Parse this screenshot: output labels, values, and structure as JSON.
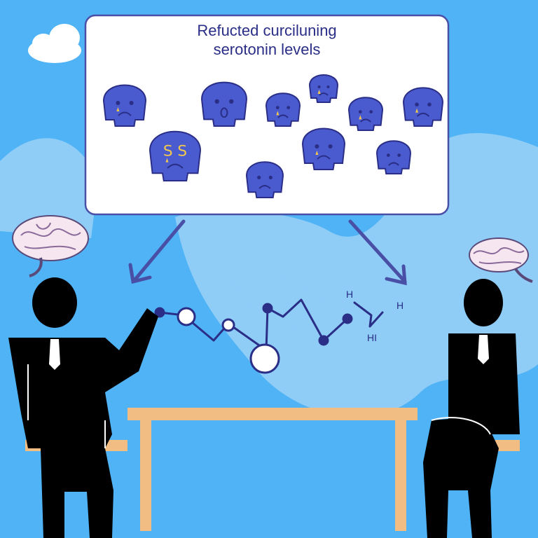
{
  "panel": {
    "title_line1": "Refucted curciluning",
    "title_line2": "serotonin levels"
  },
  "molecule": {
    "labels": [
      "H",
      "H",
      "HI"
    ]
  },
  "faces": [
    {
      "mood": "sad"
    },
    {
      "mood": "surprised"
    },
    {
      "mood": "sad"
    },
    {
      "mood": "sad"
    },
    {
      "mood": "sad"
    },
    {
      "mood": "sad"
    },
    {
      "mood": "stressed"
    },
    {
      "mood": "crying"
    },
    {
      "mood": "worried"
    },
    {
      "mood": "worried"
    }
  ],
  "colors": {
    "sky": "#4fb3f6",
    "blob": "#8fcdf7",
    "face": "#4a5bd0",
    "ink": "#2a2e86",
    "table": "#f1bd82",
    "figure": "#000000",
    "tear": "#f2c94c"
  }
}
